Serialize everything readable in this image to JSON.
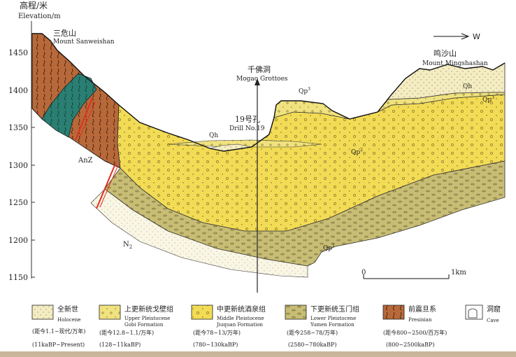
{
  "yaxis": {
    "label_cn": "高程/米",
    "label_en": "Elevation/m",
    "ticks": [
      "1450",
      "1400",
      "1350",
      "1300",
      "1250",
      "1200",
      "1150"
    ]
  },
  "direction": "W",
  "labels": {
    "sanweishan_cn": "三危山",
    "sanweishan_en": "Mount Sanweishan",
    "mingshashan_cn": "鸣沙山",
    "mingshashan_en": "Mount Mingshashan",
    "mogao_cn": "千佛洞",
    "mogao_en": "Mogao Grottoes",
    "drill_cn": "19号孔",
    "drill_en": "Drill No.19",
    "anz": "AnZ",
    "n2": "N",
    "n2_sub": "2",
    "qh_left": "Qh",
    "qh_right": "Qh",
    "qp3_top": "Qp",
    "qp3_top_sup": "3",
    "qp3_right": "Qp",
    "qp3_right_sup": "3",
    "qp2": "Qp",
    "qp2_sup": "2",
    "qp1": "Qp",
    "qp1_sup": "1"
  },
  "scale": {
    "start": "0",
    "end": "1km"
  },
  "legend": [
    {
      "cn": "全新世",
      "en1": "Holocene",
      "en2": "",
      "age_cn": "(距今1.1~现代/万年)",
      "age_en": "(11kaBP~Present)"
    },
    {
      "cn": "上更新统戈壁组",
      "en1": "Upper Pleistocene",
      "en2": "Gobi Formation",
      "age_cn": "(距今12.8~1.1/万年)",
      "age_en": "(128~11kaBP)"
    },
    {
      "cn": "中更新统酒泉组",
      "en1": "Middle Pleistocene",
      "en2": "Jiuquan Formation",
      "age_cn": "(距今78~13/万年)",
      "age_en": "(780~130kaBP)"
    },
    {
      "cn": "下更新统玉门组",
      "en1": "Lower Pleistocene",
      "en2": "Yumen Formation",
      "age_cn": "(距今258~78/万年)",
      "age_en": "(2580~780kaBP)"
    },
    {
      "cn": "前震旦系",
      "en1": "Presinian",
      "en2": "",
      "age_cn": "(距今800~2500/百万年)",
      "age_en": "(800~2500kaBP)"
    },
    {
      "cn": "洞窟",
      "en1": "Cave",
      "en2": "",
      "age_cn": "",
      "age_en": ""
    }
  ],
  "colors": {
    "holocene": "#f4ecc2",
    "upper": "#f0e27e",
    "middle": "#f3dc55",
    "lower": "#c8bd74",
    "presinian": "#b8693a",
    "teal": "#2a7f72",
    "fault": "#e03020"
  }
}
